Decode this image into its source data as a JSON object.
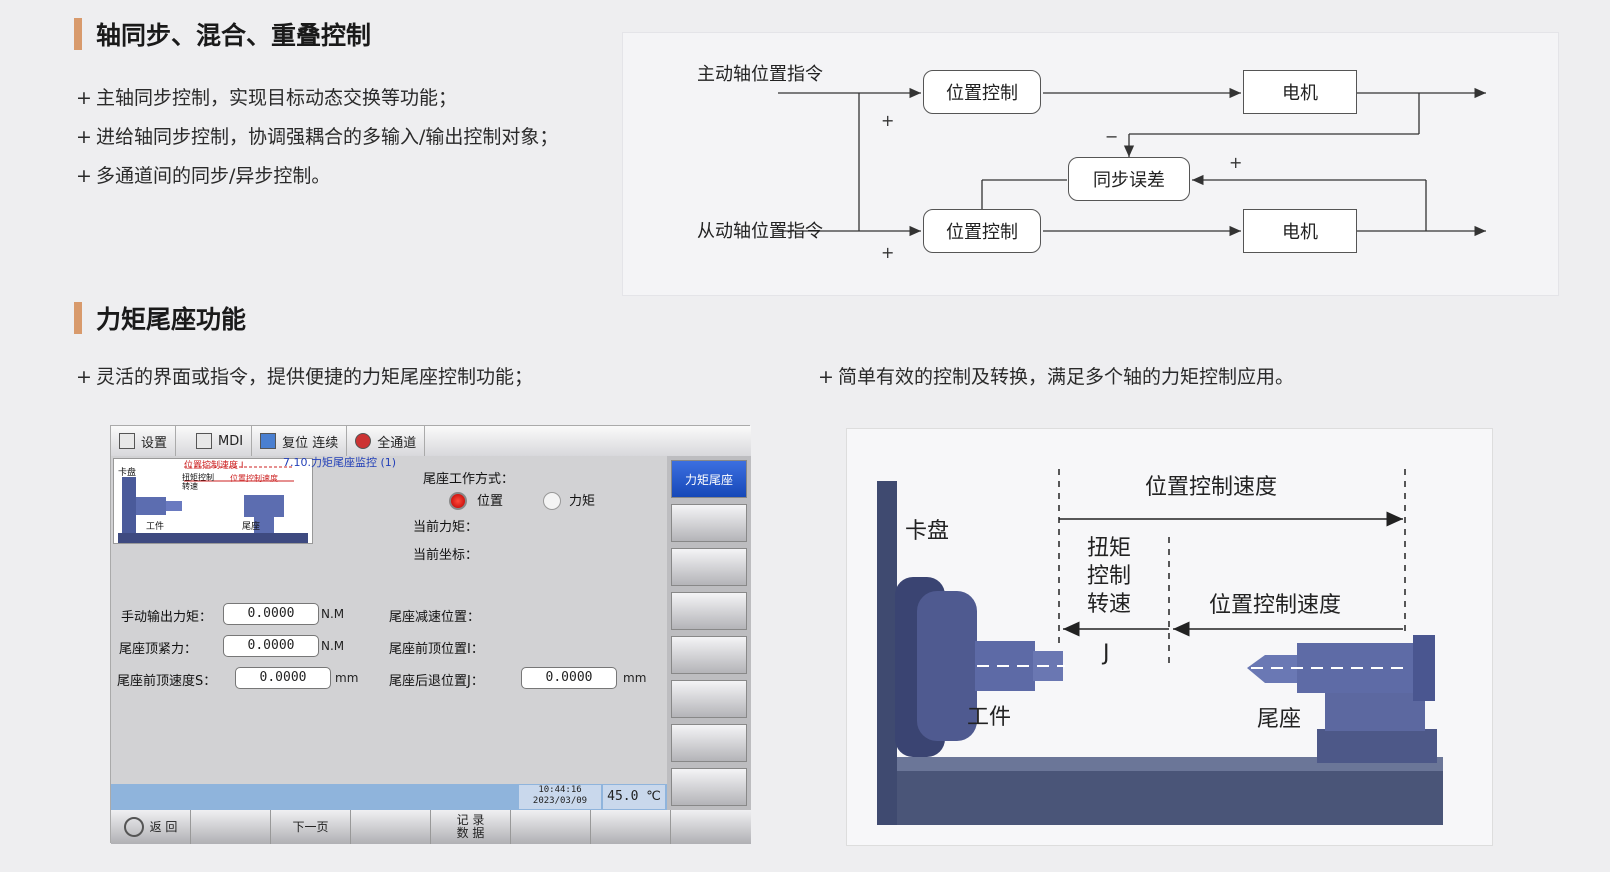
{
  "section1": {
    "title": "轴同步、混合、重叠控制",
    "bullets": [
      "主轴同步控制，实现目标动态交换等功能；",
      "进给轴同步控制，协调强耦合的多输入/输出控制对象；",
      "多通道间的同步/异步控制。"
    ]
  },
  "diagram": {
    "master_cmd": "主动轴位置指令",
    "slave_cmd": "从动轴位置指令",
    "pos_ctrl_top": "位置控制",
    "pos_ctrl_bottom": "位置控制",
    "motor_top": "电机",
    "motor_bottom": "电机",
    "sync_error": "同步误差",
    "plus": "+",
    "minus": "−"
  },
  "section2": {
    "title": "力矩尾座功能",
    "bullet_left": "灵活的界面或指令，提供便捷的力矩尾座控制功能；",
    "bullet_right": "简单有效的控制及转换，满足多个轴的力矩控制应用。",
    "plus": "+"
  },
  "hmi": {
    "toolbar": {
      "settings": "设置",
      "mdi": "MDI",
      "reset": "复位",
      "continuous": "连续",
      "all_channels": "全通道"
    },
    "breadcrumb": "7.10.力矩尾座监控 (1)",
    "thumb": {
      "chuck": "卡盘",
      "workpiece": "工件",
      "tailstock": "尾座",
      "pos_speed": "位置控制速度 I",
      "pos_speed2": "位置控制速度",
      "torque": "扭矩控制转速"
    },
    "mode_label": "尾座工作方式：",
    "mode_position": "位置",
    "mode_torque": "力矩",
    "current_torque": "当前力矩：",
    "current_coord": "当前坐标：",
    "manual_torque": "手动输出力矩：",
    "manual_torque_value": "0.0000",
    "clamp_force": "尾座顶紧力：",
    "clamp_force_value": "0.0000",
    "front_speed": "尾座前顶速度S：",
    "front_speed_value": "0.0000",
    "unit_nm": "N.M",
    "unit_mm": "mm",
    "decel_pos": "尾座减速位置：",
    "front_pos": "尾座前顶位置I：",
    "retract_pos": "尾座后退位置J：",
    "retract_pos_value": "0.0000",
    "side_active": "力矩尾座",
    "time": "10:44:16",
    "date": "2023/03/09",
    "temp": "45.0 ℃",
    "bottom": {
      "back": "返 回",
      "next_page": "下一页",
      "record_l1": "记 录",
      "record_l2": "数 据"
    }
  },
  "photo": {
    "pos_speed_top": "位置控制速度",
    "chuck": "卡盘",
    "torque_l1": "扭矩",
    "torque_l2": "控制",
    "torque_l3": "转速",
    "pos_speed_right": "位置控制速度",
    "j": "J",
    "workpiece": "工件",
    "tailstock": "尾座"
  }
}
